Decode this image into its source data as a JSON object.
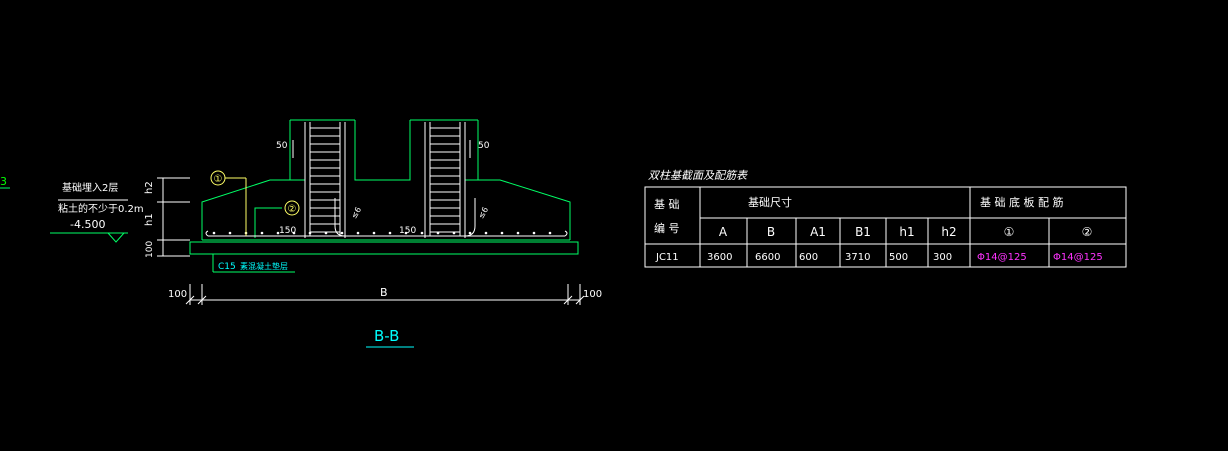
{
  "colors": {
    "background": "#000000",
    "outline": "#00ff66",
    "rebar": "#ffffff",
    "text_white": "#ffffff",
    "text_cyan": "#00ffff",
    "text_green": "#00ff00",
    "text_magenta": "#ff33ff",
    "dimension": "#ffffff"
  },
  "section": {
    "edge_mark": "3",
    "note_line1": "基础埋入2层",
    "note_line2": "粘土的不少于0.2m",
    "elevation": "-4.500",
    "dim_h2": "h2",
    "dim_h1": "h1",
    "dim_100_vert": "100",
    "dim_50_left": "50",
    "dim_50_right": "50",
    "dim_150_left": "150",
    "dim_150_right": "150",
    "bar_mark_1": "①",
    "bar_mark_2": "②",
    "hook_label_left": "≤6",
    "hook_label_right": "≤6",
    "bedding_label": "C15",
    "bedding_desc": "素混凝土垫层",
    "dim_left": "100",
    "dim_mid": "B",
    "dim_right": "100",
    "section_title": "B-B"
  },
  "schedule": {
    "title": "双柱基截面及配筋表",
    "header_id_line1": "基 础",
    "header_id_line2": "编 号",
    "header_size": "基础尺寸",
    "header_rebar": "基 础 底 板 配 筋",
    "columns": [
      "A",
      "B",
      "A1",
      "B1",
      "h1",
      "h2",
      "①",
      "②"
    ],
    "rows": [
      {
        "id": "JC11",
        "A": "3600",
        "B": "6600",
        "A1": "600",
        "B1": "3710",
        "h1": "500",
        "h2": "300",
        "rebar1": "Φ14@125",
        "rebar2": "Φ14@125"
      }
    ]
  }
}
